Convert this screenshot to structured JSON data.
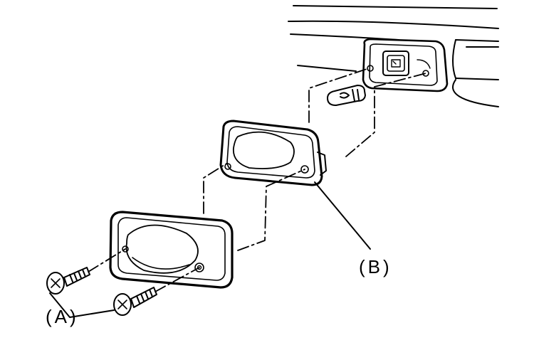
{
  "labels": {
    "a": "(A)",
    "b": "(B)"
  },
  "colors": {
    "line": "#000000",
    "background": "#ffffff"
  },
  "parts": [
    {
      "name": "screws",
      "label": "(A)"
    },
    {
      "name": "lamp-housing-gasket",
      "label": "(B)"
    },
    {
      "name": "license-plate-lamp-lens"
    },
    {
      "name": "bulb"
    },
    {
      "name": "bumper-mount-socket"
    }
  ]
}
